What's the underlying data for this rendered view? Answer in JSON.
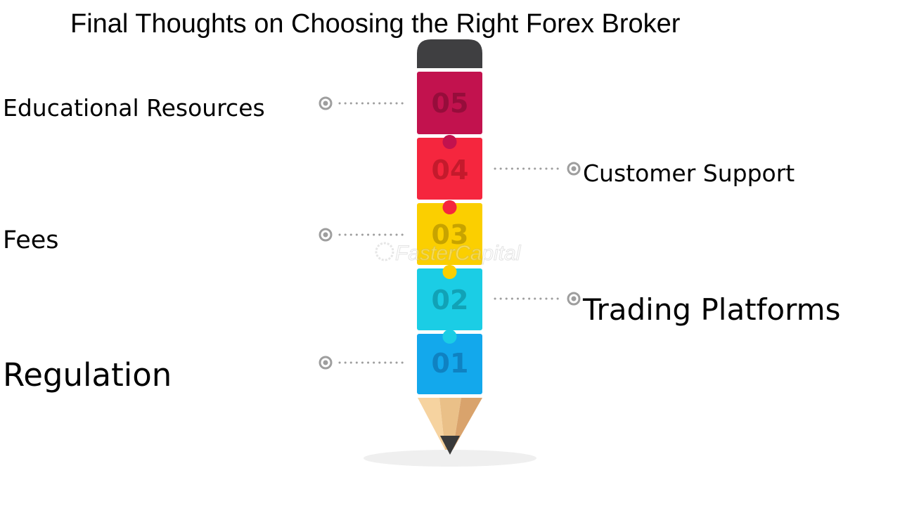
{
  "title": "Final Thoughts on Choosing the Right Forex Broker",
  "watermark": "FasterCapital",
  "steps": [
    {
      "number": "01",
      "label": "Regulation",
      "color": "#13a8ec",
      "numColor": "#0f82c2"
    },
    {
      "number": "02",
      "label": "Trading Platforms",
      "color": "#1bcde5",
      "numColor": "#11a2b6"
    },
    {
      "number": "03",
      "label": "Fees",
      "color": "#fbcf00",
      "numColor": "#c7a300"
    },
    {
      "number": "04",
      "label": "Customer Support",
      "color": "#f5263e",
      "numColor": "#c41a2c"
    },
    {
      "number": "05",
      "label": "Educational Resources",
      "color": "#c2124e",
      "numColor": "#960d3b"
    }
  ],
  "colors": {
    "eraser": "#3f3f41",
    "wood_light": "#f6d3a0",
    "wood_mid": "#eac088",
    "wood_dark": "#d9a36c",
    "lead": "#3a3a3a",
    "connector": "#9e9e9e",
    "shadow": "#efefef"
  }
}
